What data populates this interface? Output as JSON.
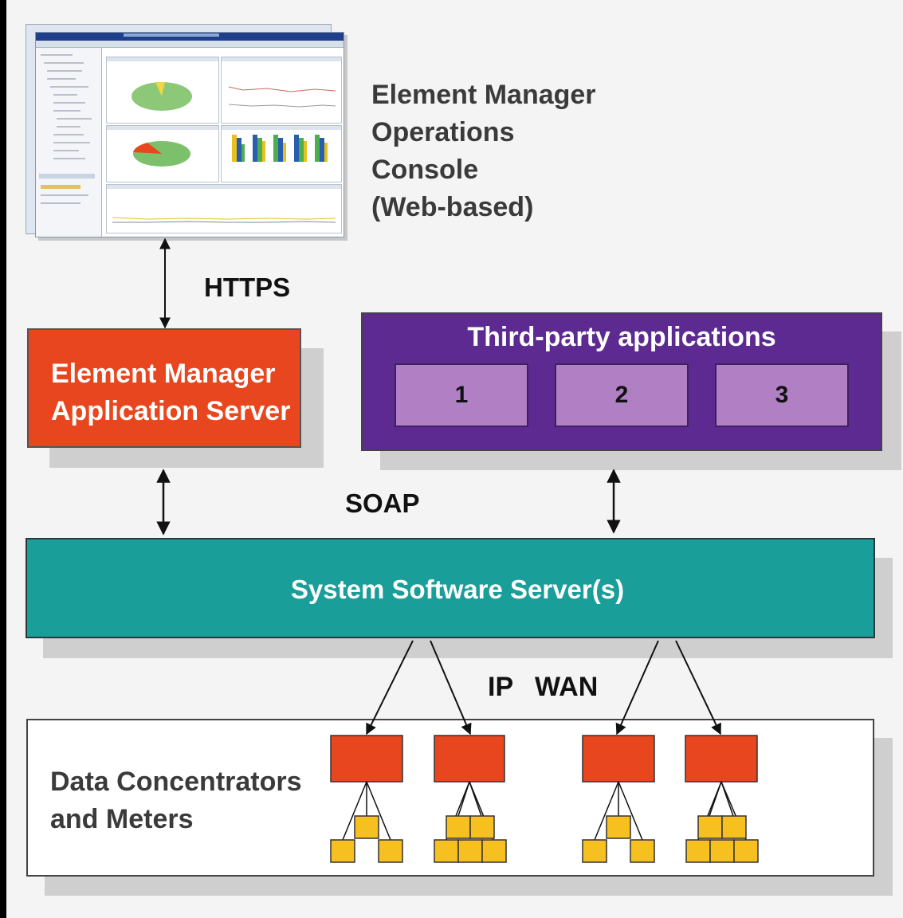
{
  "console": {
    "label_lines": [
      "Element Manager",
      "Operations",
      "Console",
      "(Web-based)"
    ]
  },
  "protocols": {
    "https": "HTTPS",
    "soap": "SOAP",
    "ip_wan": "IP WAN"
  },
  "element_manager_server": {
    "label_lines": [
      "Element Manager",
      "Application Server"
    ]
  },
  "third_party": {
    "title": "Third-party applications",
    "apps": [
      "1",
      "2",
      "3"
    ]
  },
  "system_software_server": {
    "label": "System Software Server(s)"
  },
  "data_concentrators": {
    "label_lines": [
      "Data Concentrators",
      "and Meters"
    ]
  },
  "colors": {
    "element_manager_server": "#e8461e",
    "third_party": "#5c2a91",
    "third_party_app": "#b07fc4",
    "system_software_server": "#199e9a",
    "concentrator": "#e8461e",
    "meter": "#f5c020"
  }
}
